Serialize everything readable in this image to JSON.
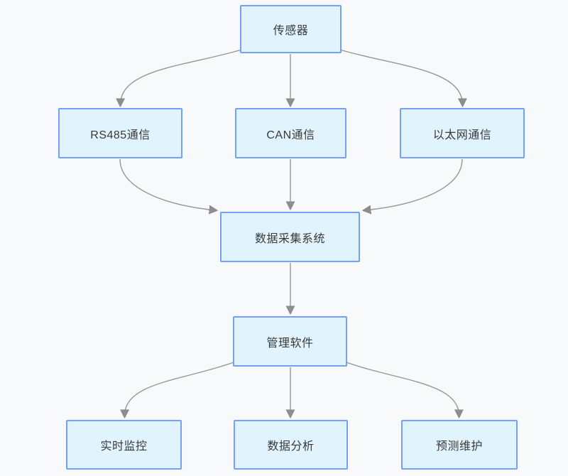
{
  "diagram": {
    "type": "flowchart",
    "direction": "top-down",
    "colors": {
      "background": "#f8f9fa",
      "node_fill": "#e1f3fd",
      "node_border": "#74a1f6",
      "edge_line": "#969696",
      "arrowhead": "#8e8e8e",
      "text": "#393939"
    },
    "nodes": {
      "sensor": {
        "label": "传感器"
      },
      "rs485": {
        "label": "RS485通信"
      },
      "can": {
        "label": "CAN通信"
      },
      "ethernet": {
        "label": "以太网通信"
      },
      "daq": {
        "label": "数据采集系统"
      },
      "software": {
        "label": "管理软件"
      },
      "monitoring": {
        "label": "实时监控"
      },
      "analysis": {
        "label": "数据分析"
      },
      "maintenance": {
        "label": "预测维护"
      }
    },
    "edges": [
      {
        "from": "sensor",
        "to": "rs485"
      },
      {
        "from": "sensor",
        "to": "can"
      },
      {
        "from": "sensor",
        "to": "ethernet"
      },
      {
        "from": "rs485",
        "to": "daq"
      },
      {
        "from": "can",
        "to": "daq"
      },
      {
        "from": "ethernet",
        "to": "daq"
      },
      {
        "from": "daq",
        "to": "software"
      },
      {
        "from": "software",
        "to": "monitoring"
      },
      {
        "from": "software",
        "to": "analysis"
      },
      {
        "from": "software",
        "to": "maintenance"
      }
    ]
  }
}
